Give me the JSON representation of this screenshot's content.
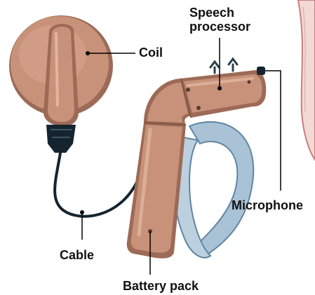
{
  "labels": {
    "speech_processor_line1": "Speech",
    "speech_processor_line2": "processor",
    "coil": "Coil",
    "microphone": "Microphone",
    "cable": "Cable",
    "battery_pack": "Battery pack"
  },
  "colors": {
    "skin_tone": "#c8927a",
    "skin_shadow": "#9c6a56",
    "ear_hook": "#a9c2d6",
    "ear_hook_outline": "#5f86a4",
    "cable": "#15242e",
    "ear_background": "#f3d9d3",
    "ear_outline": "#c87e82",
    "leader_lines": "#000000"
  }
}
